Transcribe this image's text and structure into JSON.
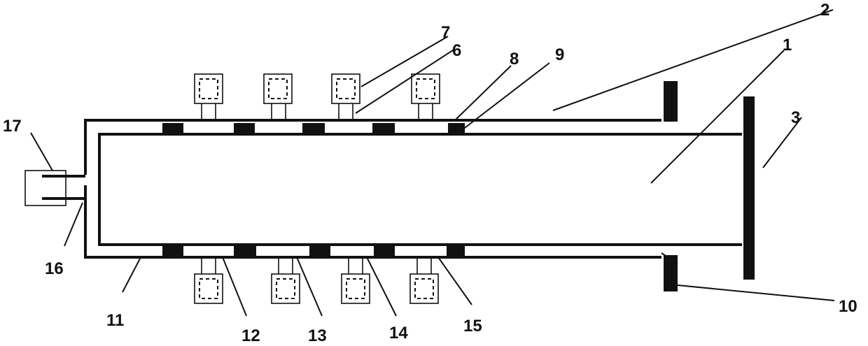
{
  "labels": {
    "l1": "1",
    "l2": "2",
    "l3": "3",
    "l6": "6",
    "l7": "7",
    "l8": "8",
    "l9": "9",
    "l10": "10",
    "l11": "11",
    "l12": "12",
    "l13": "13",
    "l14": "14",
    "l15": "15",
    "l16": "16",
    "l17": "17"
  }
}
